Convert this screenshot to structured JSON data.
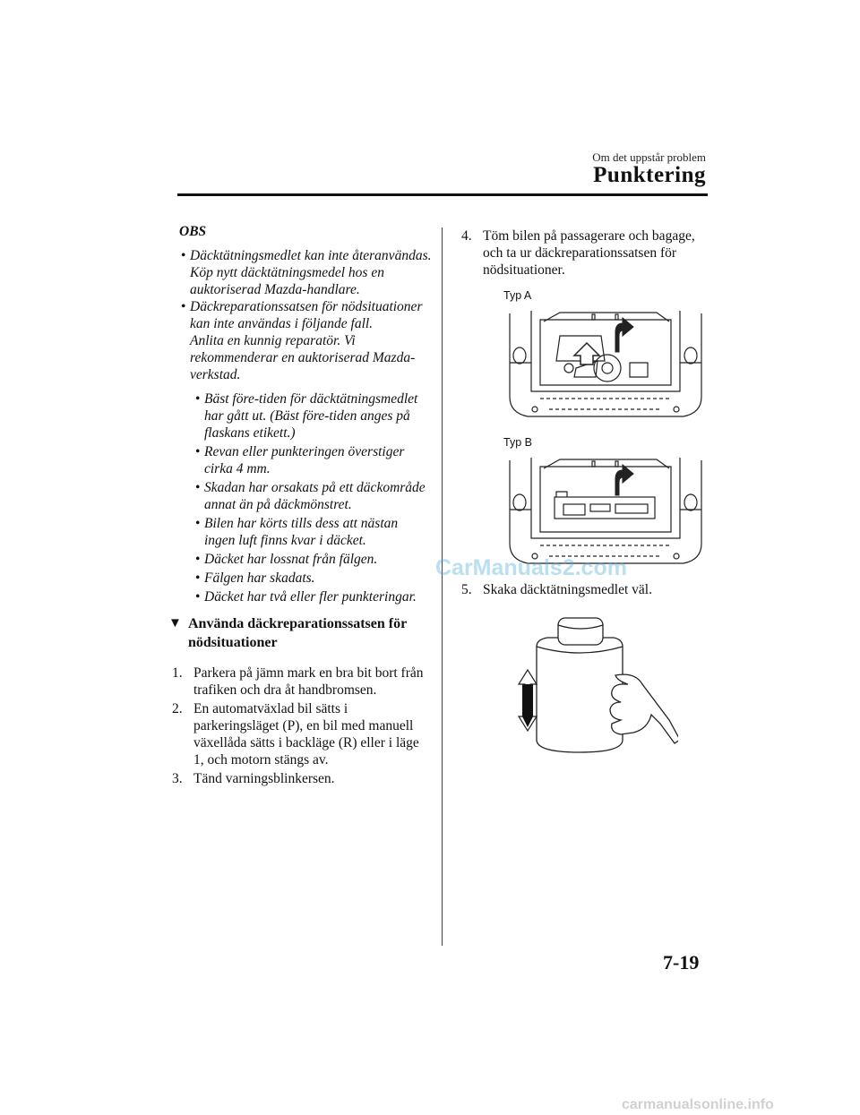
{
  "header": {
    "section": "Om det uppstår problem",
    "title": "Punktering"
  },
  "left": {
    "obs_title": "OBS",
    "bullets": [
      "Däcktätningsmedlet kan inte återanvändas. Köp nytt däcktätningsmedel hos en auktoriserad Mazda-handlare.",
      "Däckreparationssatsen för nödsituationer kan inte användas i följande fall."
    ],
    "bullet2_extra": "Anlita en kunnig reparatör. Vi rekommenderar en auktoriserad Mazda-verkstad.",
    "sub_bullets": [
      "Bäst före-tiden för däcktätningsmedlet har gått ut. (Bäst före-tiden anges på flaskans etikett.)",
      "Revan eller punkteringen överstiger cirka 4 mm.",
      "Skadan har orsakats på ett däckområde annat än på däckmönstret.",
      "Bilen har körts tills dess att nästan ingen luft finns kvar i däcket.",
      "Däcket har lossnat från fälgen.",
      "Fälgen har skadats.",
      "Däcket har två eller fler punkteringar."
    ],
    "section_heading": "Använda däckreparationssatsen för nödsituationer",
    "steps": [
      {
        "num": "1.",
        "text": "Parkera på jämn mark en bra bit bort från trafiken och dra åt handbromsen."
      },
      {
        "num": "2.",
        "text": "En automatväxlad bil sätts i parkeringsläget (P), en bil med manuell växellåda sätts i backläge (R) eller i läge 1, och motorn stängs av."
      },
      {
        "num": "3.",
        "text": "Tänd varningsblinkersen."
      }
    ]
  },
  "right": {
    "step4": {
      "num": "4.",
      "text": "Töm bilen på passagerare och bagage, och ta ur däckreparationssatsen för nödsituationer."
    },
    "fig_a_label": "Typ A",
    "fig_b_label": "Typ B",
    "step5": {
      "num": "5.",
      "text": "Skaka däcktätningsmedlet väl."
    }
  },
  "page_number": "7-19",
  "watermarks": {
    "center": "CarManuals2.com",
    "bottom": "carmanualsonline.info"
  }
}
